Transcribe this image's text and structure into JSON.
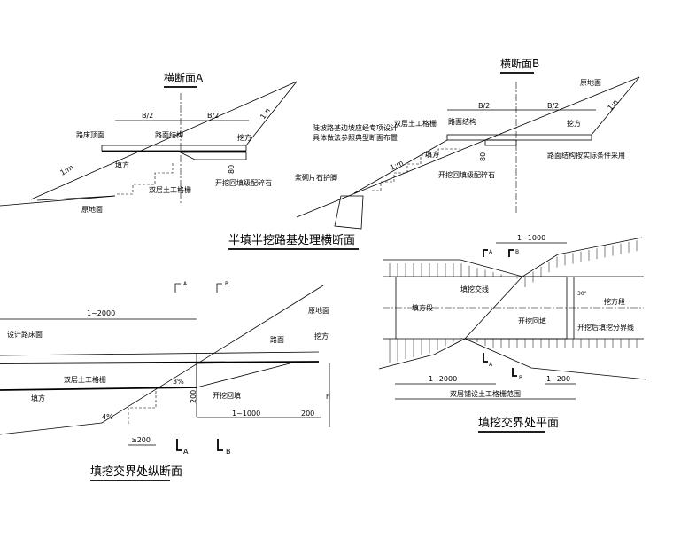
{
  "section_a": {
    "title": "横断面A",
    "half_width_left": "B/2",
    "half_width_right": "B/2",
    "label_subgrade_top": "路床顶面",
    "label_pavement": "路面结构",
    "label_cut": "挖方",
    "label_fill": "填方",
    "slope_left": "1:m",
    "slope_right": "1:n",
    "depth": "80",
    "label_geogrid": "双层土工格栅",
    "label_backfill": "开挖回填级配碎石",
    "label_ground": "原地面"
  },
  "section_b": {
    "title": "横断面B",
    "label_ground": "原地面",
    "half_width_left": "B/2",
    "half_width_right": "B/2",
    "label_geogrid": "双层土工格栅",
    "label_pavement": "路面结构",
    "label_cut": "挖方",
    "label_fill": "填方",
    "label_pavement_note": "路面结构按实际条件采用",
    "depth": "80",
    "label_backfill": "开挖回填级配碎石",
    "label_toe": "浆砌片石护脚",
    "note_line1": "陡坡路基边坡应经专项设计",
    "note_line2": "具体做法参照典型断面布置",
    "slope_left": "1:m",
    "slope_right": "1:n"
  },
  "caption_cross": "半填半挖路基处理横断面",
  "longitudinal": {
    "dim_top": "1~2000",
    "label_design_surface": "设计路床面",
    "label_pavement": "路面",
    "label_cut": "挖方",
    "label_ground": "原地面",
    "label_geogrid": "双层土工格栅",
    "label_fill": "填方",
    "grade1": "3%",
    "grade2": "4%",
    "depth": "200",
    "label_backfill": "开挖回填",
    "dim_1": "1~1000",
    "dim_2": "200",
    "height": "h",
    "dim_step": "≥200",
    "marker_a": "A",
    "marker_b": "B",
    "caption": "填挖交界处纵断面"
  },
  "plan": {
    "dim_top": "1~1000",
    "marker_a": "A",
    "marker_b": "B",
    "label_boundary": "填挖交线",
    "label_fill_section": "填方段",
    "label_cut_section": "挖方段",
    "label_backfill": "开挖回填",
    "label_after_line": "开挖后填挖分界线",
    "angle": "30°",
    "dim_left": "1~2000",
    "dim_right": "1~200",
    "dim_geogrid": "双层铺设土工格栅范围",
    "caption": "填挖交界处平面"
  }
}
